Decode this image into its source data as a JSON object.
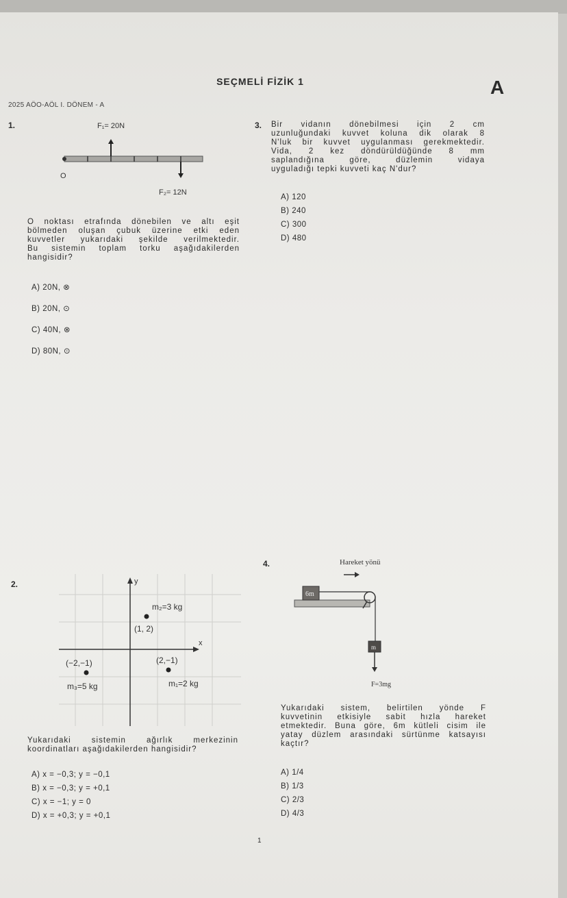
{
  "header": {
    "title": "SEÇMELİ FİZİK 1",
    "booklet": "A",
    "exam_info": "2025 AÖO-AÖL I. DÖNEM - A",
    "page_number": "1"
  },
  "q1": {
    "number": "1.",
    "f1_label": "F₁= 20N",
    "f2_label": "F₂= 12N",
    "pivot_label": "O",
    "text": [
      "O noktası etrafında dönebilen ve altı eşit",
      "bölmeden oluşan çubuk üzerine etki eden",
      "kuvvetler yukarıdaki şekilde verilmektedir.",
      "Bu sistemin toplam torku aşağıdakilerden",
      "hangisidir?"
    ],
    "options": [
      "A)  20N, ⊗",
      "B)  20N, ⊙",
      "C)  40N, ⊗",
      "D)  80N, ⊙"
    ]
  },
  "q2": {
    "number": "2.",
    "axis_y": "y",
    "axis_x": "x",
    "m2_label": "m₂=3 kg",
    "m2_coord": "(1, 2)",
    "m3_coord": "(−2,−1)",
    "m3_label": "m₃=5 kg",
    "m1_coord": "(2,−1)",
    "m1_label": "m₁=2 kg",
    "text": [
      "Yukarıdaki sistemin ağırlık merkezinin",
      "koordinatları aşağıdakilerden hangisidir?"
    ],
    "options": [
      "A)  x = −0,3;  y = −0,1",
      "B)  x = −0,3;  y = +0,1",
      "C)  x = −1;  y = 0",
      "D)  x = +0,3;  y = +0,1"
    ]
  },
  "q3": {
    "number": "3.",
    "text": [
      "Bir vidanın dönebilmesi için 2 cm",
      "uzunluğundaki kuvvet koluna dik olarak 8",
      "N'luk bir kuvvet uygulanması gerekmektedir.",
      "Vida, 2 kez döndürüldüğünde 8 mm",
      "saplandığına göre, düzlemin vidaya",
      "uyguladığı tepki kuvveti kaç N'dur?"
    ],
    "options": [
      "A)  120",
      "B)  240",
      "C)  300",
      "D)  480"
    ]
  },
  "q4": {
    "number": "4.",
    "direction_label": "Hareket yönü",
    "block_label": "6m",
    "hanging_label": "m",
    "force_label": "F=3mg",
    "text": [
      "Yukarıdaki sistem, belirtilen yönde F",
      "kuvvetinin etkisiyle sabit hızla hareket",
      "etmektedir. Buna göre, 6m kütleli cisim ile",
      "yatay düzlem arasındaki sürtünme katsayısı",
      "kaçtır?"
    ],
    "options": [
      "A)  1/4",
      "B)  1/3",
      "C)  2/3",
      "D)  4/3"
    ]
  }
}
